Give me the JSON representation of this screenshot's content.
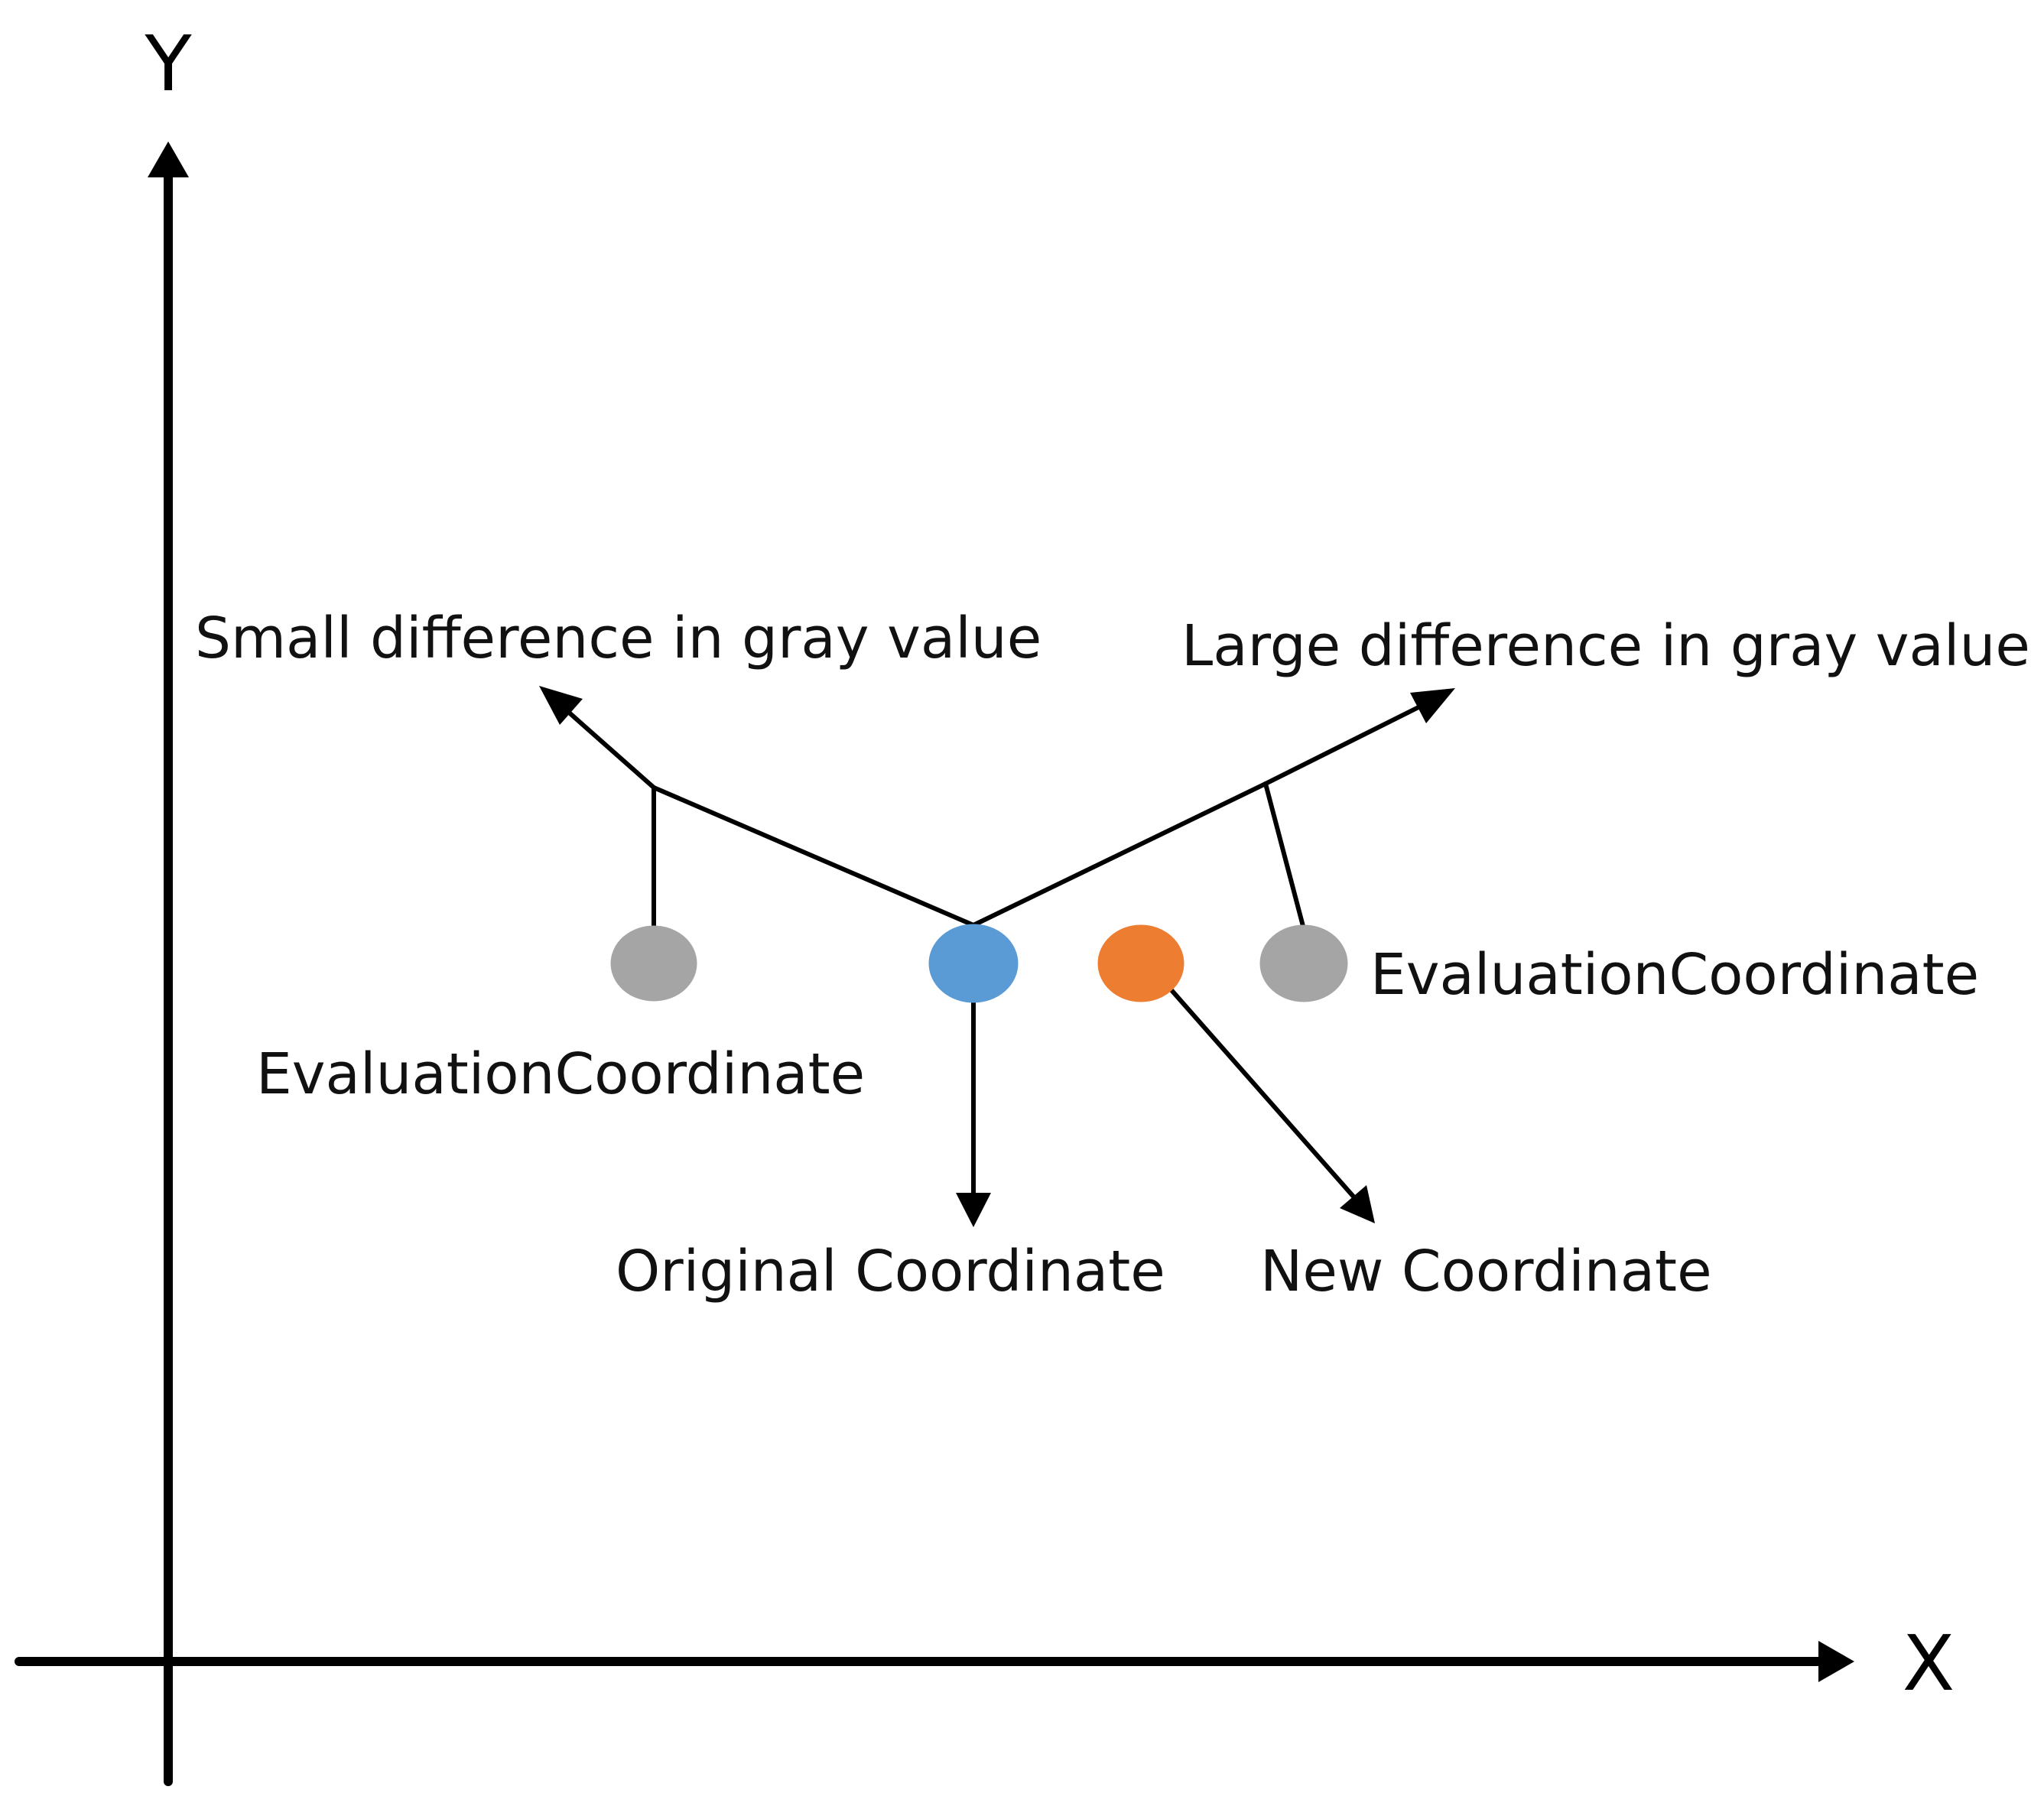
{
  "axes": {
    "x_label": "X",
    "y_label": "Y"
  },
  "labels": {
    "small_difference": "Small difference in gray value",
    "large_difference": "Large difference in gray value",
    "evaluation_left": "EvaluationCoordinate",
    "evaluation_right": "EvaluationCoordinate",
    "original": "Original Coordinate",
    "new": "New Coordinate"
  },
  "colors": {
    "original_point": "#5B9BD5",
    "new_point": "#ED7D31",
    "evaluation_point": "#A5A5A5"
  }
}
